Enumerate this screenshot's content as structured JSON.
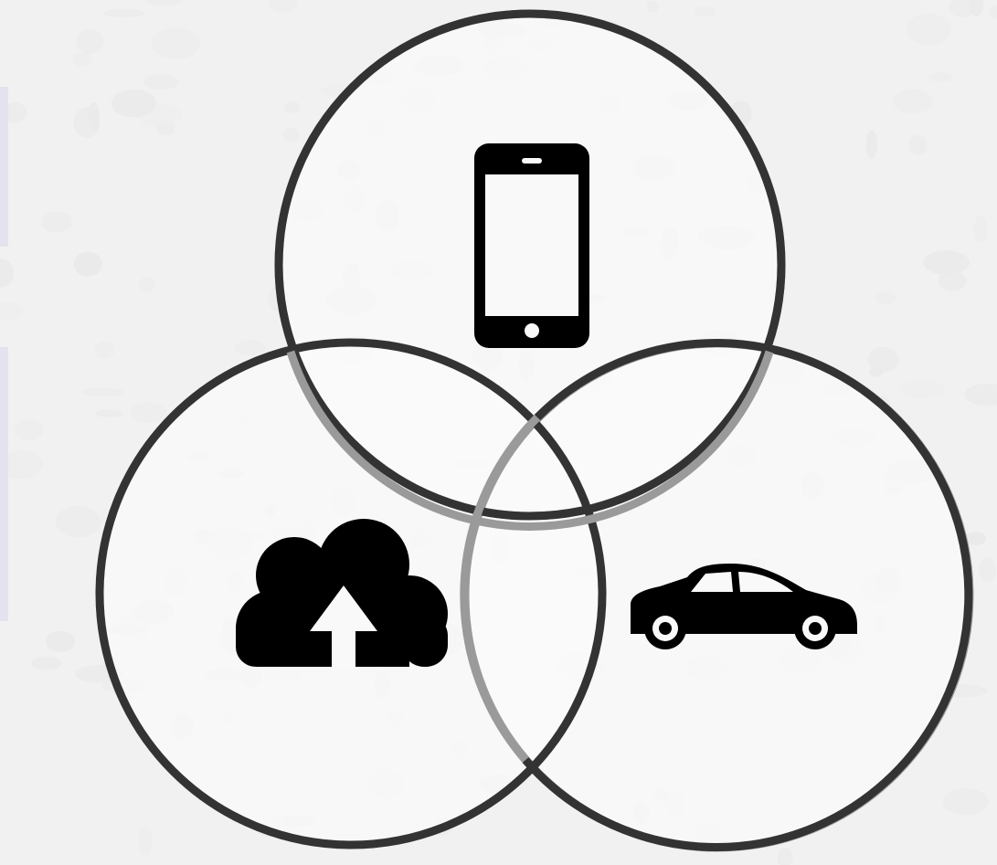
{
  "diagram": {
    "type": "venn",
    "set_count": 3,
    "colors": {
      "background": "#f1f1f1",
      "paper_texture": "#e2e2e2",
      "side_tint": "#e4e2ee",
      "ring_front": "#333333",
      "ring_back": "#9a9a9a",
      "circle_fill": "#f9f9f9",
      "icon": "#000000"
    },
    "sets": [
      {
        "id": "top",
        "icon": "smartphone-icon",
        "label": ""
      },
      {
        "id": "bottom-left",
        "icon": "cloud-upload-icon",
        "label": ""
      },
      {
        "id": "bottom-right",
        "icon": "car-icon",
        "label": ""
      }
    ]
  }
}
